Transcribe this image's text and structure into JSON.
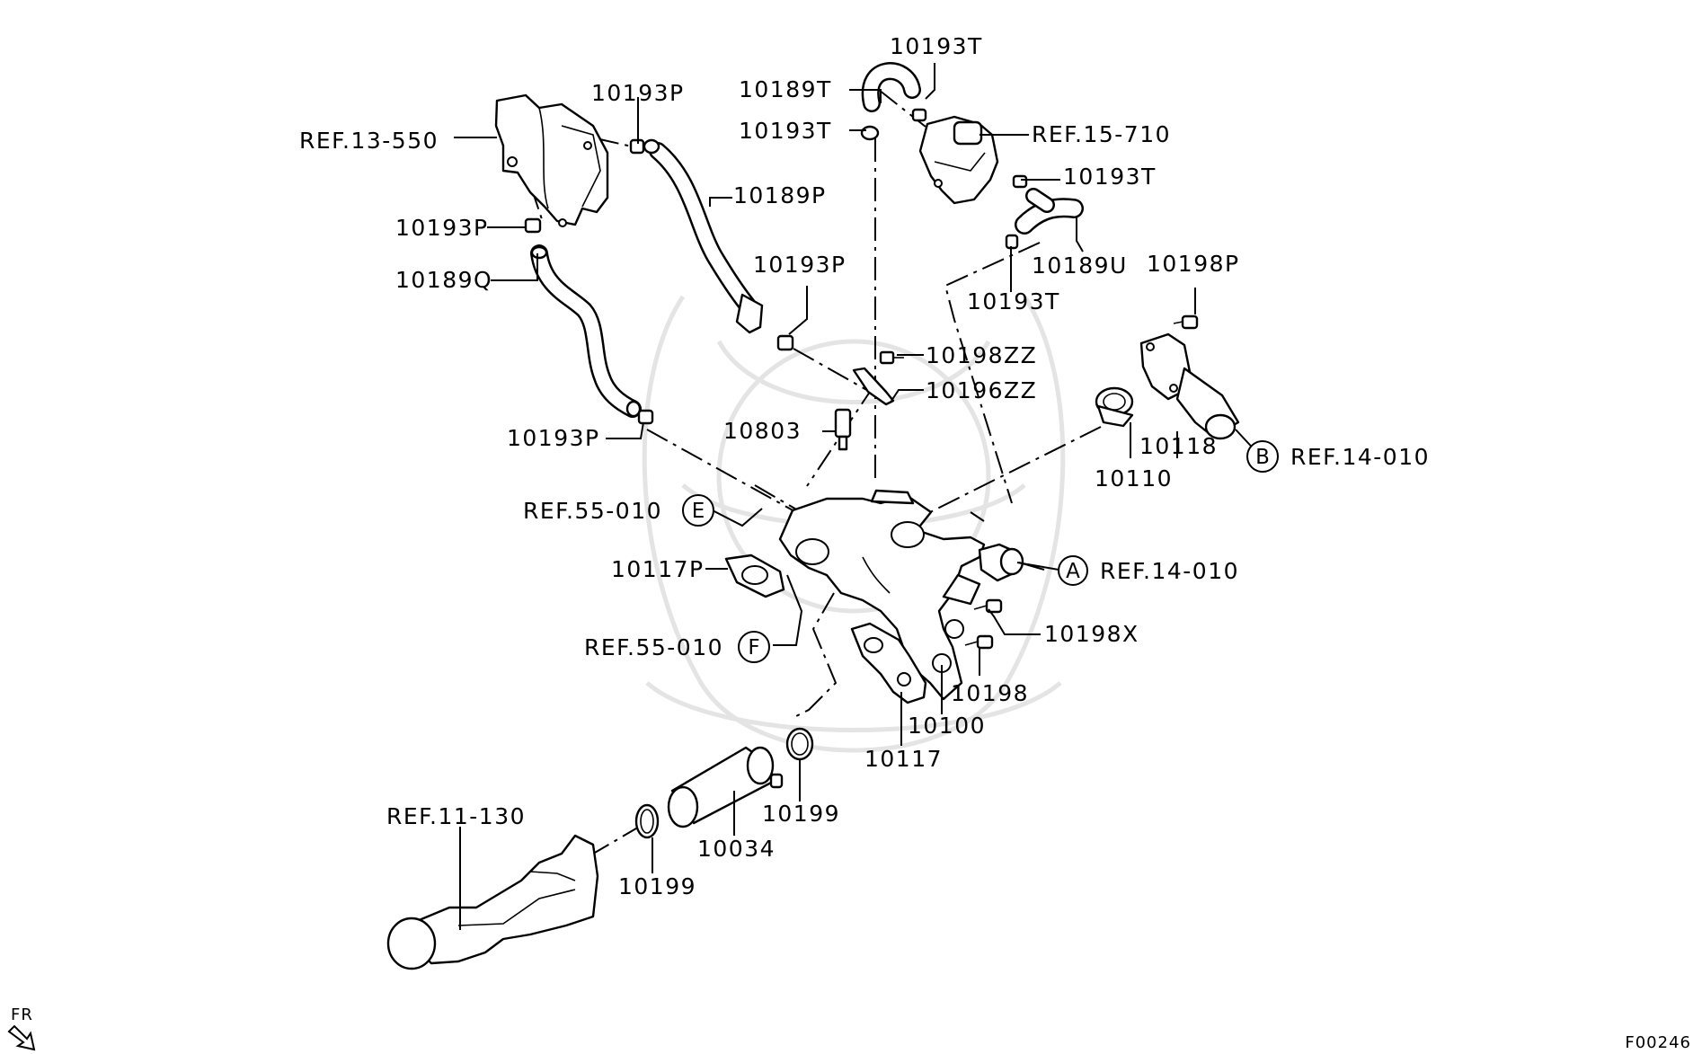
{
  "diagram_code": "F00246",
  "direction_label": "FR",
  "callouts": {
    "10193T_top": "10193T",
    "10189T": "10189T",
    "10193T_left": "10193T",
    "REF_15_710": "REF.15-710",
    "10193T_right": "10193T",
    "10189U": "10189U",
    "10193T_lower": "10193T",
    "10193P_top": "10193P",
    "REF_13_550": "REF.13-550",
    "10189P": "10189P",
    "10193P_left": "10193P",
    "10189Q": "10189Q",
    "10193P_mid": "10193P",
    "10193P_low": "10193P",
    "10198P": "10198P",
    "10198ZZ": "10198ZZ",
    "10196ZZ": "10196ZZ",
    "10803": "10803",
    "10118": "10118",
    "10110": "10110",
    "REF_14_010_B": "REF.14-010",
    "REF_55_010_E": "REF.55-010",
    "REF_14_010_A": "REF.14-010",
    "10117P": "10117P",
    "10198X": "10198X",
    "REF_55_010_F": "REF.55-010",
    "10198": "10198",
    "10100": "10100",
    "10117": "10117",
    "REF_11_130": "REF.11-130",
    "10199_right": "10199",
    "10034": "10034",
    "10199_left": "10199"
  },
  "circle_markers": {
    "A": "A",
    "B": "B",
    "E": "E",
    "F": "F"
  }
}
